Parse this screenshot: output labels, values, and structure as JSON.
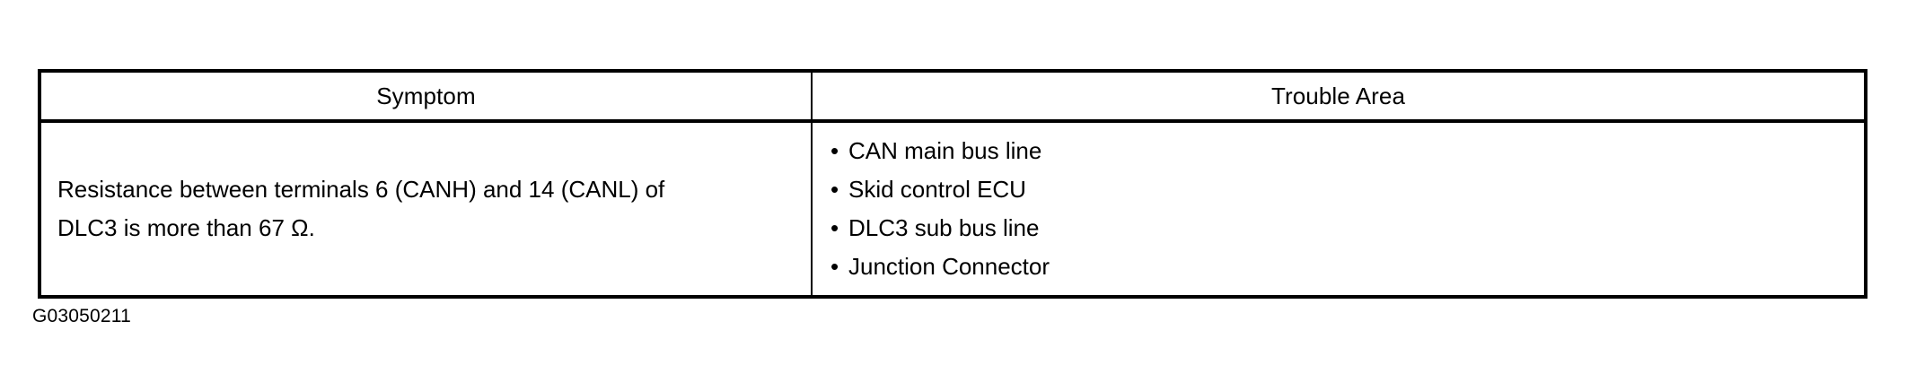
{
  "table": {
    "columns": [
      {
        "key": "symptom",
        "header": "Symptom"
      },
      {
        "key": "trouble_area",
        "header": "Trouble Area"
      }
    ],
    "rows": [
      {
        "symptom_lines": [
          "Resistance between terminals 6 (CANH) and 14 (CANL) of",
          "DLC3 is more than 67 Ω."
        ],
        "trouble_area_items": [
          "CAN main bus line",
          "Skid control ECU",
          "DLC3 sub bus line",
          "Junction Connector"
        ]
      }
    ]
  },
  "caption": "G03050211",
  "colors": {
    "border": "#000000",
    "text": "#000000",
    "background": "#ffffff"
  }
}
